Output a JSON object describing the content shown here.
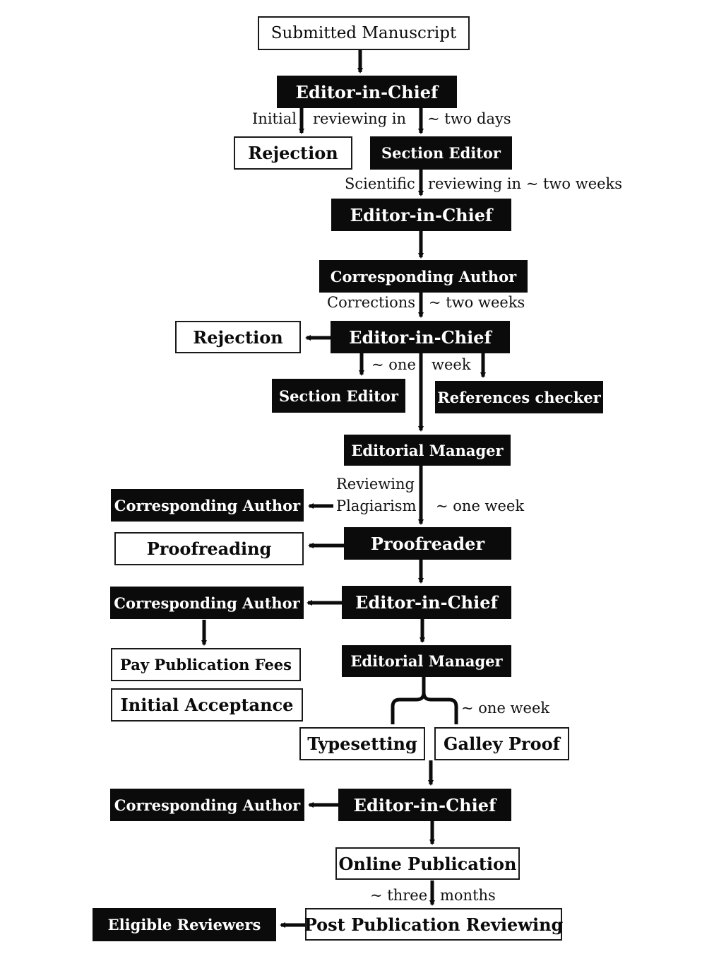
{
  "nodes": {
    "submitted": "Submitted Manuscript",
    "eic_1": "Editor-in-Chief",
    "rejection_1": "Rejection",
    "section_editor_1": "Section Editor",
    "eic_2": "Editor-in-Chief",
    "corresponding_author_1": "Corresponding Author",
    "rejection_2": "Rejection",
    "eic_3": "Editor-in-Chief",
    "section_editor_2": "Section Editor",
    "references_checker": "References checker",
    "editorial_manager_1": "Editorial Manager",
    "corresponding_author_2": "Corresponding Author",
    "proofreading": "Proofreading",
    "proofreader": "Proofreader",
    "corresponding_author_3": "Corresponding Author",
    "eic_4": "Editor-in-Chief",
    "pay_fees": "Pay Publication Fees",
    "editorial_manager_2": "Editorial Manager",
    "initial_acceptance": "Initial Acceptance",
    "typesetting": "Typesetting",
    "galley_proof": "Galley Proof",
    "corresponding_author_4": "Corresponding Author",
    "eic_5": "Editor-in-Chief",
    "online_publication": "Online Publication",
    "eligible_reviewers": "Eligible Reviewers",
    "post_publication": "Post Publication Reviewing"
  },
  "labels": {
    "initial": "Initial",
    "reviewing_in_1": "reviewing in",
    "two_days": "~ two days",
    "scientific": "Scientific",
    "reviewing_in_two_weeks": "reviewing in ~ two weeks",
    "corrections": "Corrections",
    "two_weeks": "~ two weeks",
    "one": "~ one",
    "week": "week",
    "reviewing": "Reviewing",
    "plagiarism": "Plagiarism",
    "one_week_1": "~ one week",
    "one_week_2": "~ one week",
    "three": "~ three",
    "months": "months"
  }
}
